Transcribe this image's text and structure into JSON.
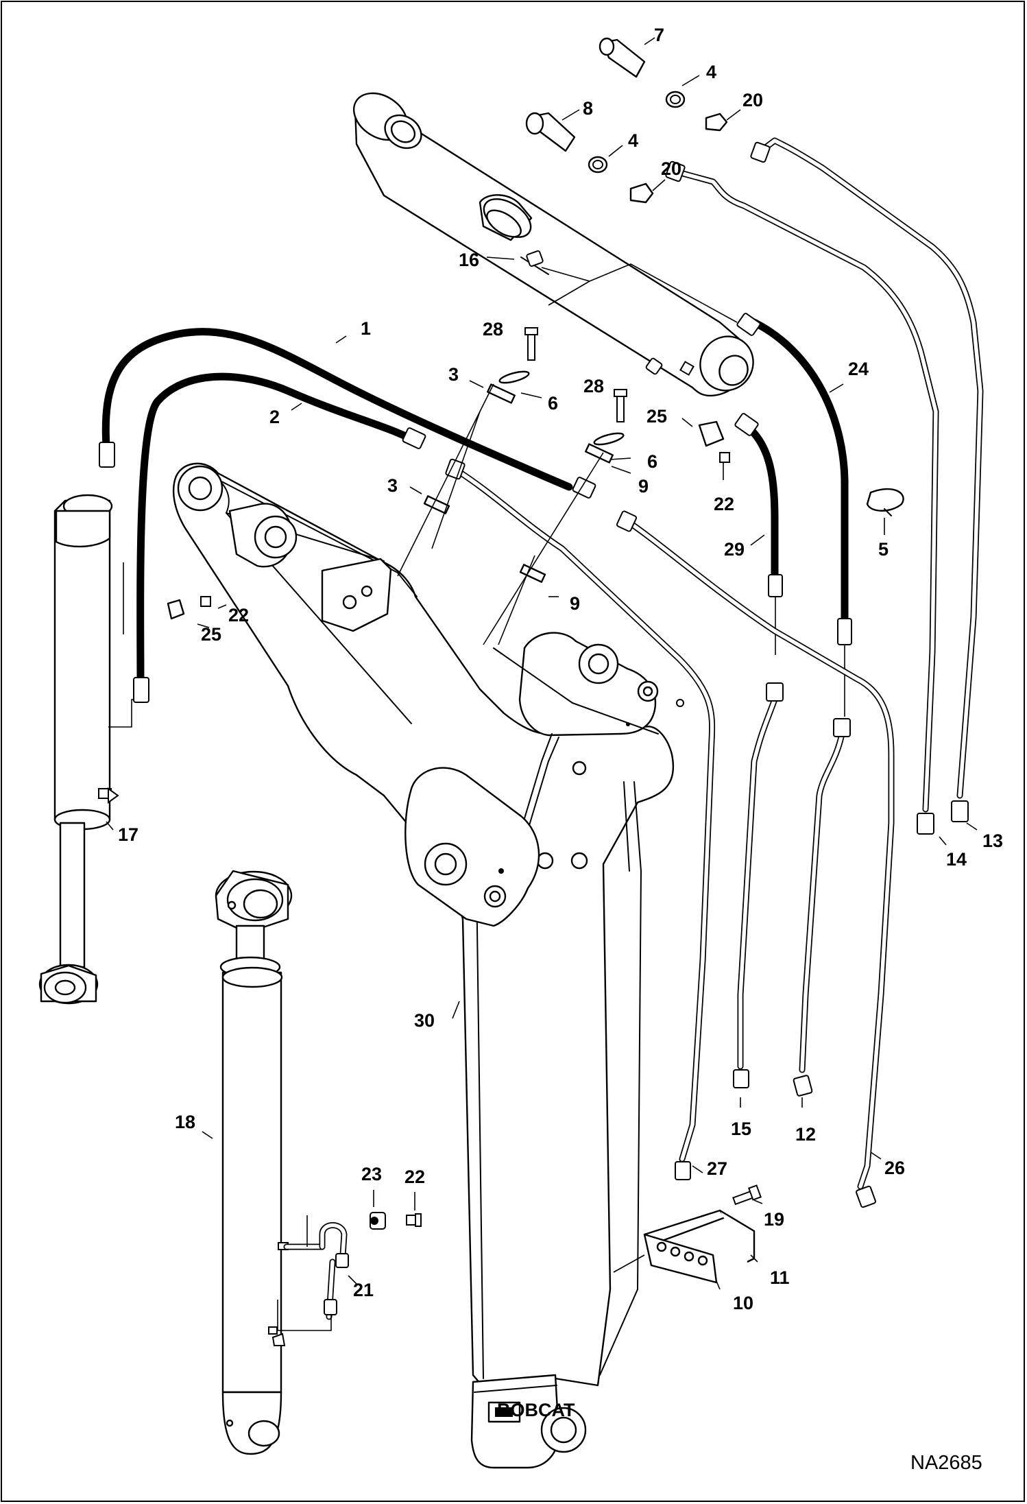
{
  "diagram": {
    "drawing_code": "NA2685",
    "callouts": [
      "1",
      "2",
      "3",
      "3",
      "4",
      "4",
      "5",
      "6",
      "6",
      "7",
      "8",
      "9",
      "9",
      "10",
      "11",
      "12",
      "13",
      "14",
      "15",
      "16",
      "17",
      "18",
      "19",
      "20",
      "20",
      "21",
      "22",
      "22",
      "22",
      "23",
      "24",
      "25",
      "25",
      "26",
      "27",
      "28",
      "28",
      "29",
      "30"
    ]
  }
}
